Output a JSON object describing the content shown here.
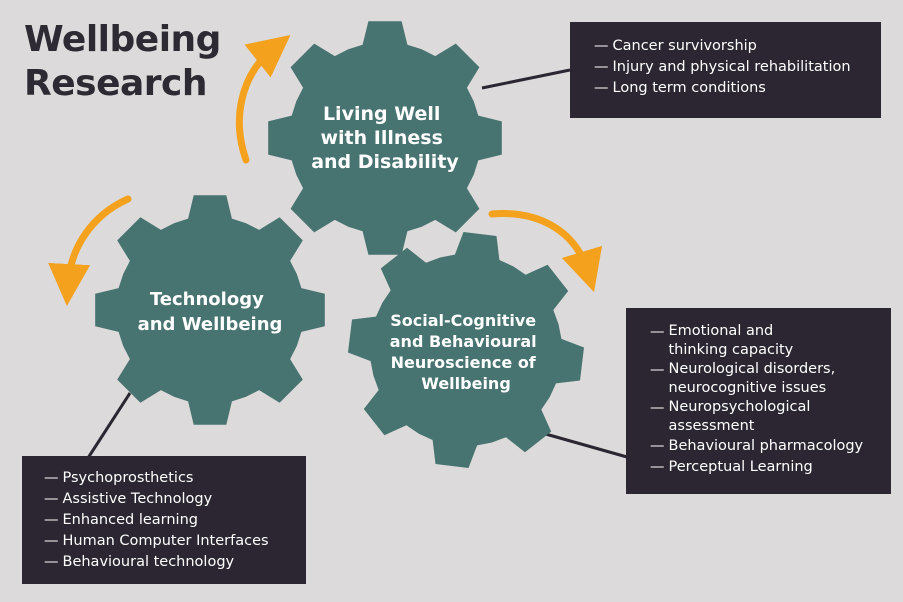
{
  "title": {
    "line1": "Wellbeing",
    "line2": "Research"
  },
  "colors": {
    "background": "#dcdada",
    "gear": "#477370",
    "box": "#2b2632",
    "arrow": "#f4a11d",
    "title": "#2d2a33"
  },
  "gears": {
    "living_well": {
      "lines": [
        "Living Well",
        "with Illness",
        "and Disability"
      ]
    },
    "technology": {
      "lines": [
        "Technology",
        "and Wellbeing"
      ]
    },
    "social_cognitive": {
      "lines": [
        "Social-Cognitive",
        "and Behavioural",
        "Neuroscience of",
        "Wellbeing"
      ]
    }
  },
  "boxes": {
    "living_well": {
      "items": [
        "Cancer survivorship",
        "Injury and physical rehabilitation",
        "Long term conditions"
      ]
    },
    "social_cognitive": {
      "items": [
        [
          "Emotional and",
          "thinking capacity"
        ],
        [
          "Neurological disorders,",
          "neurocognitive issues"
        ],
        [
          "Neuropsychological",
          "assessment"
        ],
        [
          "Behavioural pharmacology"
        ],
        [
          "Perceptual Learning"
        ]
      ]
    },
    "technology": {
      "items": [
        "Psychoprosthetics",
        "Assistive Technology",
        "Enhanced learning",
        "Human Computer Interfaces",
        "Behavioural technology"
      ]
    }
  },
  "dash": "—"
}
